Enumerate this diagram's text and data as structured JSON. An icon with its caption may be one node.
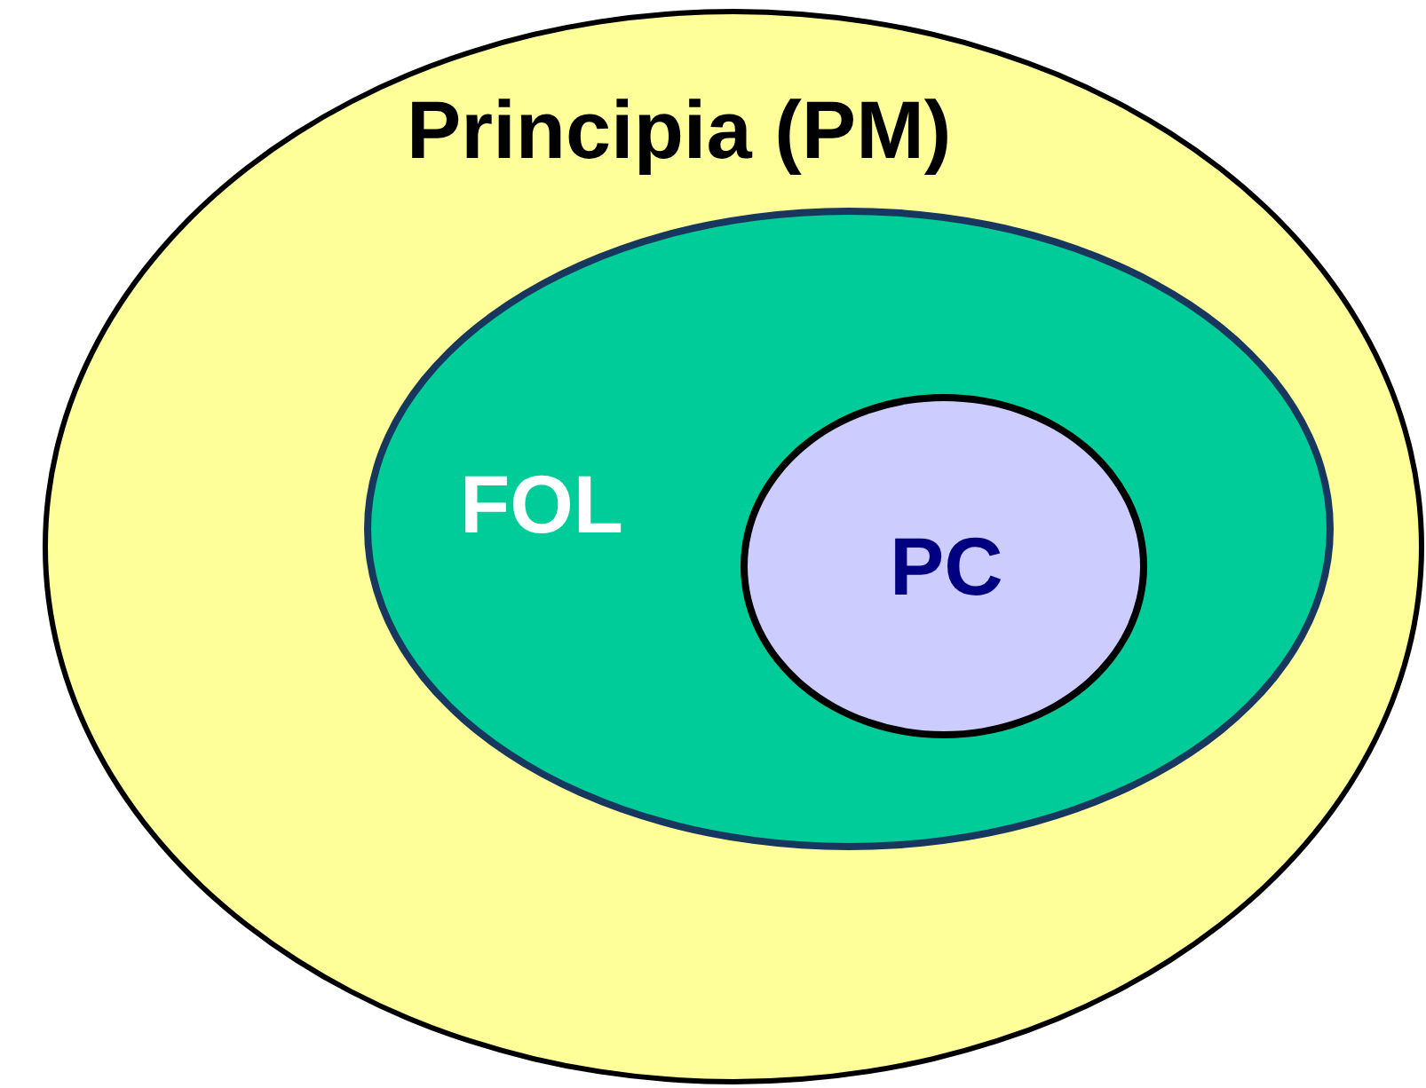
{
  "diagram": {
    "nodes": [
      {
        "text": [
          "Principia (PM)"
        ]
      },
      {
        "text": [
          "FOL"
        ],
        "in": 0
      },
      {
        "text": [
          "PC"
        ],
        "in": 1
      }
    ]
  }
}
